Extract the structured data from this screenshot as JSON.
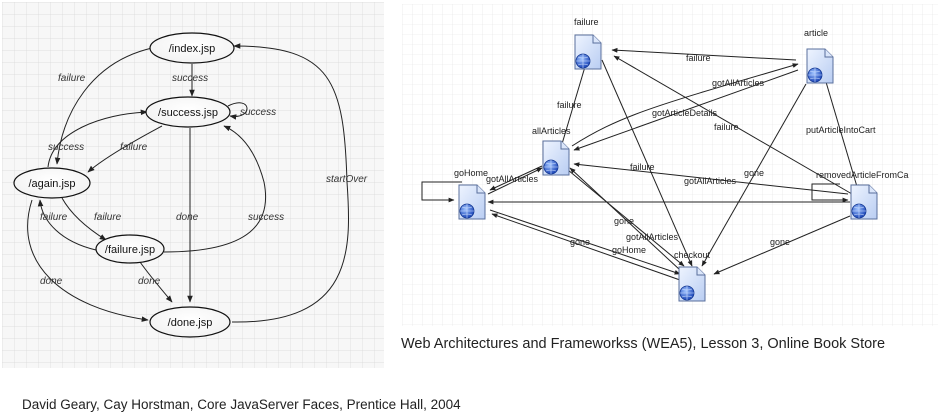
{
  "left_diagram": {
    "nodes": {
      "index": "/index.jsp",
      "success": "/success.jsp",
      "again": "/again.jsp",
      "failure": "/failure.jsp",
      "done": "/done.jsp"
    },
    "edge_labels": {
      "failure_index_again": "failure",
      "success_index_success": "success",
      "success_self": "success",
      "success_again_success": "success",
      "failure_success_again": "failure",
      "startover": "startOver",
      "failure_again_failure": "failure",
      "failure_failure_again": "failure",
      "done_success_done": "done",
      "success_failure_success": "success",
      "done_again_done": "done",
      "done_failure_done": "done"
    }
  },
  "right_diagram": {
    "nodes": {
      "failure": "failure",
      "article": "article",
      "allArticles": "allArticles",
      "goHome": "goHome",
      "removed": "removedArticleFromCa",
      "checkout": "checkout"
    },
    "edge_labels": {
      "l1": "failure",
      "l2": "gotAllArticles",
      "l3": "failure",
      "l4": "gotArticleDetails",
      "l5": "failure",
      "l6": "putArticleIntoCart",
      "l7": "gotAllArticles",
      "l8": "failure",
      "l9": "gotAllArticles",
      "l10": "gone",
      "l11": "gone",
      "l12": "gotAllArticles",
      "l13": "gone",
      "l14": "goHome",
      "l15": "gone"
    }
  },
  "caption": "Web Architectures and Frameworkss (WEA5), Lesson 3, Online Book Store",
  "citation": "David Geary, Cay Horstman, Core JavaServer Faces, Prentice Hall, 2004"
}
